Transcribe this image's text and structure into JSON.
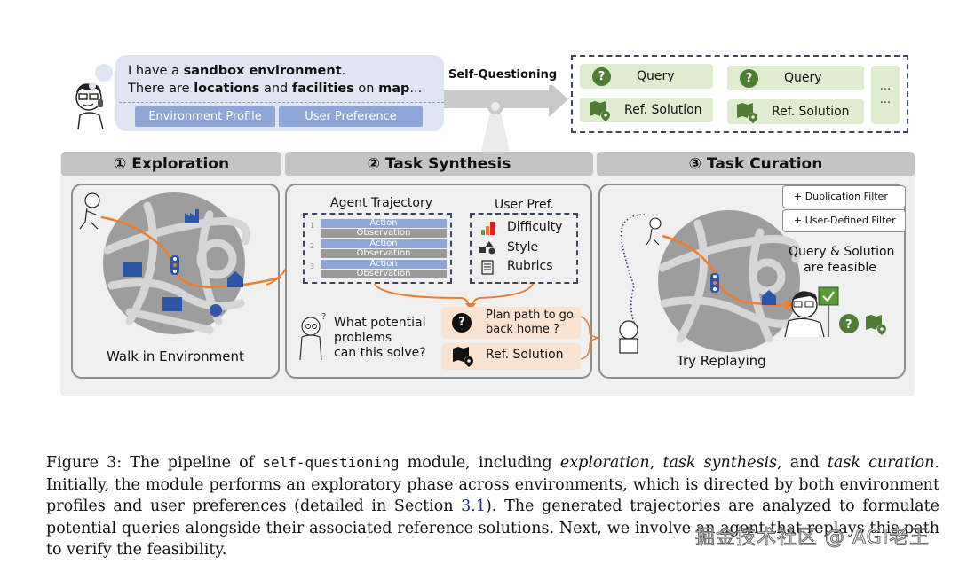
{
  "top": {
    "bubble_line1": [
      "I have a ",
      "sandbox environment",
      "."
    ],
    "bubble_line2": [
      "There are ",
      "locations",
      " and ",
      "facilities",
      " on ",
      "map",
      "..."
    ],
    "tags": [
      "Environment Profile",
      "User Preference"
    ],
    "arrow_label": "Self-Questioning",
    "results": [
      {
        "query": "Query",
        "solution": "Ref. Solution"
      },
      {
        "query": "Query",
        "solution": "Ref. Solution"
      }
    ],
    "more": [
      "...",
      "..."
    ]
  },
  "stages": [
    {
      "title": "① Exploration",
      "caption": "Walk in Environment"
    },
    {
      "title": "② Task Synthesis"
    },
    {
      "title": "③ Task Curation",
      "caption": "Try Replaying"
    }
  ],
  "synthesis": {
    "trajectory_title": "Agent Trajectory",
    "steps": [
      {
        "num": "1",
        "action": "Action",
        "observation": "Observation"
      },
      {
        "num": "2",
        "action": "Action",
        "observation": "Observation"
      },
      {
        "num": "3",
        "action": "Action",
        "observation": "Observation"
      }
    ],
    "pref_title": "User Pref.",
    "prefs": [
      "Difficulty",
      "Style",
      "Rubrics"
    ],
    "thinking": [
      "What potential",
      "problems",
      "can this solve?"
    ],
    "query_text": [
      "Plan path to go",
      "back home ?"
    ],
    "solution_text": "Ref. Solution"
  },
  "curation": {
    "filters": [
      "+ Duplication Filter",
      "+ User-Defined Filter"
    ],
    "feasible": [
      "Query & Solution",
      "are feasible"
    ]
  },
  "caption": {
    "prefix": "Figure 3: The pipeline of ",
    "mono": "self-questioning",
    "p2": " module, including ",
    "i1": "exploration",
    "p3": ", ",
    "i2": "task synthesis",
    "p4": ", and ",
    "i3": "task curation",
    "p5": ". Initially, the module performs an exploratory phase across environments, which is directed by both environment profiles and user preferences (detailed in Section ",
    "ref": "3.1",
    "p6": ").  The generated trajectories are analyzed to formulate potential queries alongside their associated reference solutions. Next, we involve an agent that replays this path to verify the feasibility.",
    "watermark": "掘金技术社区 @ AGI老王"
  },
  "colors": {
    "bubble": "#dfe5f3",
    "tag": "#8ea6d8",
    "green_cell": "#dfeccf",
    "green_icon": "#4f7d35",
    "orange": "#ef7d2e",
    "orange_cell": "#fbe3d2",
    "map_blue": "#2f56a6"
  }
}
